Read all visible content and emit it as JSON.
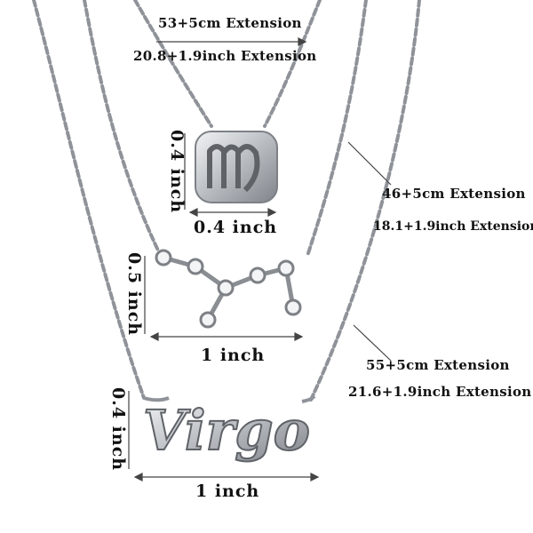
{
  "colors": {
    "background": "#ffffff",
    "chain": "#9a9ea3",
    "chain_highlight": "#e6e8eb",
    "metal": "#c9ccd0",
    "metal_dark": "#7d8186",
    "text": "#111111",
    "guide": "#444444"
  },
  "labels": {
    "top_ext_cm": "53+5cm Extension",
    "top_ext_inch": "20.8+1.9inch Extension",
    "mid_ext_cm": "46+5cm Extension",
    "mid_ext_inch": "18.1+1.9inch Extension",
    "low_ext_cm": "55+5cm Extension",
    "low_ext_inch": "21.6+1.9inch Extension",
    "symbol_height": "0.4 inch",
    "symbol_width": "0.4 inch",
    "constellation_height": "0.5 inch",
    "constellation_width": "1 inch",
    "nameplate_height": "0.4 inch",
    "nameplate_width": "1 inch",
    "nameplate_text": "Virgo"
  }
}
